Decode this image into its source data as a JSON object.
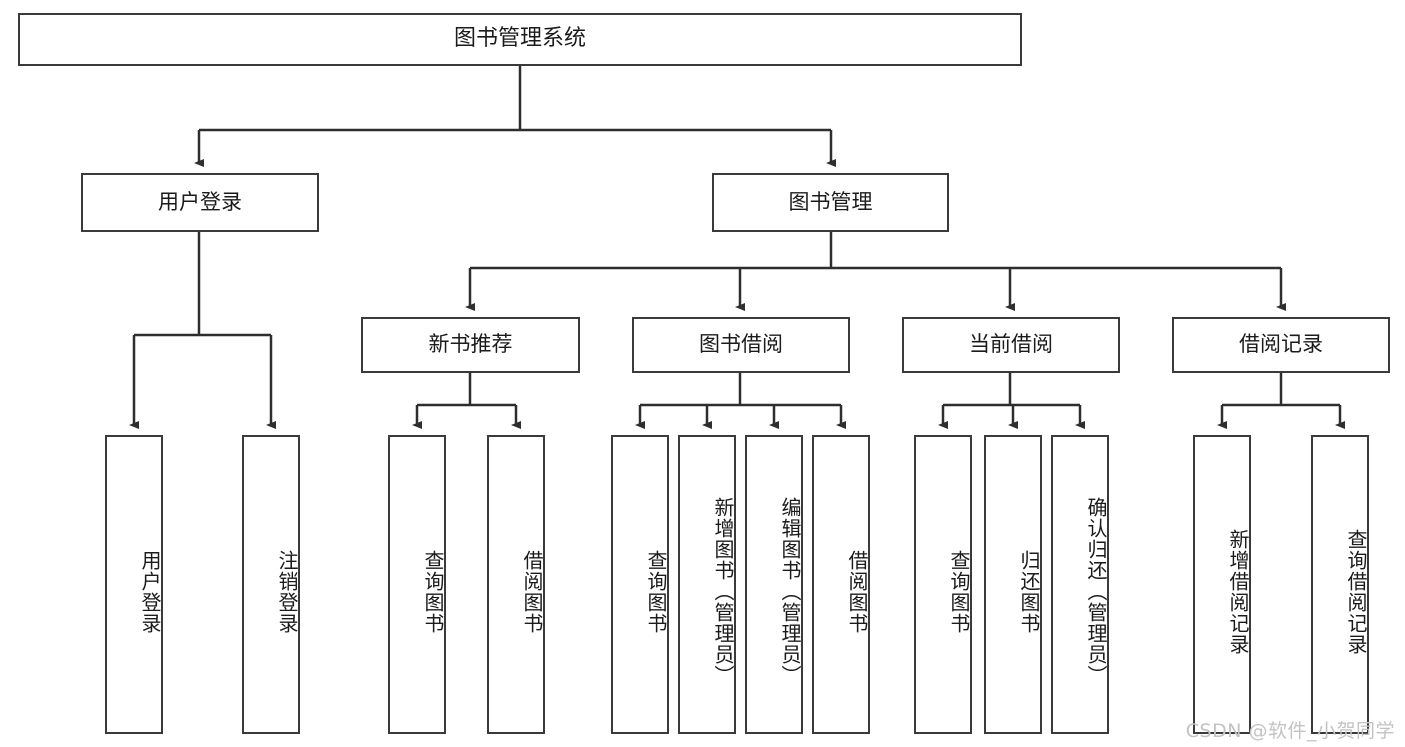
{
  "diagram": {
    "title": "图书管理系统",
    "type": "hierarchy-tree",
    "root": {
      "label": "图书管理系统"
    },
    "level2": [
      {
        "label": "用户登录"
      },
      {
        "label": "图书管理"
      }
    ],
    "level3": [
      {
        "label": "新书推荐"
      },
      {
        "label": "图书借阅"
      },
      {
        "label": "当前借阅"
      },
      {
        "label": "借阅记录"
      }
    ],
    "leaves": {
      "user_login": [
        {
          "label": "用户登录"
        },
        {
          "label": "注销登录"
        }
      ],
      "new_book_recommend": [
        {
          "label": "查询图书"
        },
        {
          "label": "借阅图书"
        }
      ],
      "book_borrow": [
        {
          "label": "查询图书"
        },
        {
          "label": "新增图书（管理员）"
        },
        {
          "label": "编辑图书（管理员）"
        },
        {
          "label": "借阅图书"
        }
      ],
      "current_borrow": [
        {
          "label": "查询图书"
        },
        {
          "label": "归还图书"
        },
        {
          "label": "确认归还（管理员）"
        }
      ],
      "borrow_record": [
        {
          "label": "新增借阅记录"
        },
        {
          "label": "查询借阅记录"
        }
      ]
    }
  },
  "watermark": {
    "text": "CSDN @软件_小贺同学"
  },
  "colors": {
    "border": "#3a3a3a",
    "background": "#ffffff",
    "text": "#1b1b1b",
    "watermark": "#c3c3c3"
  }
}
